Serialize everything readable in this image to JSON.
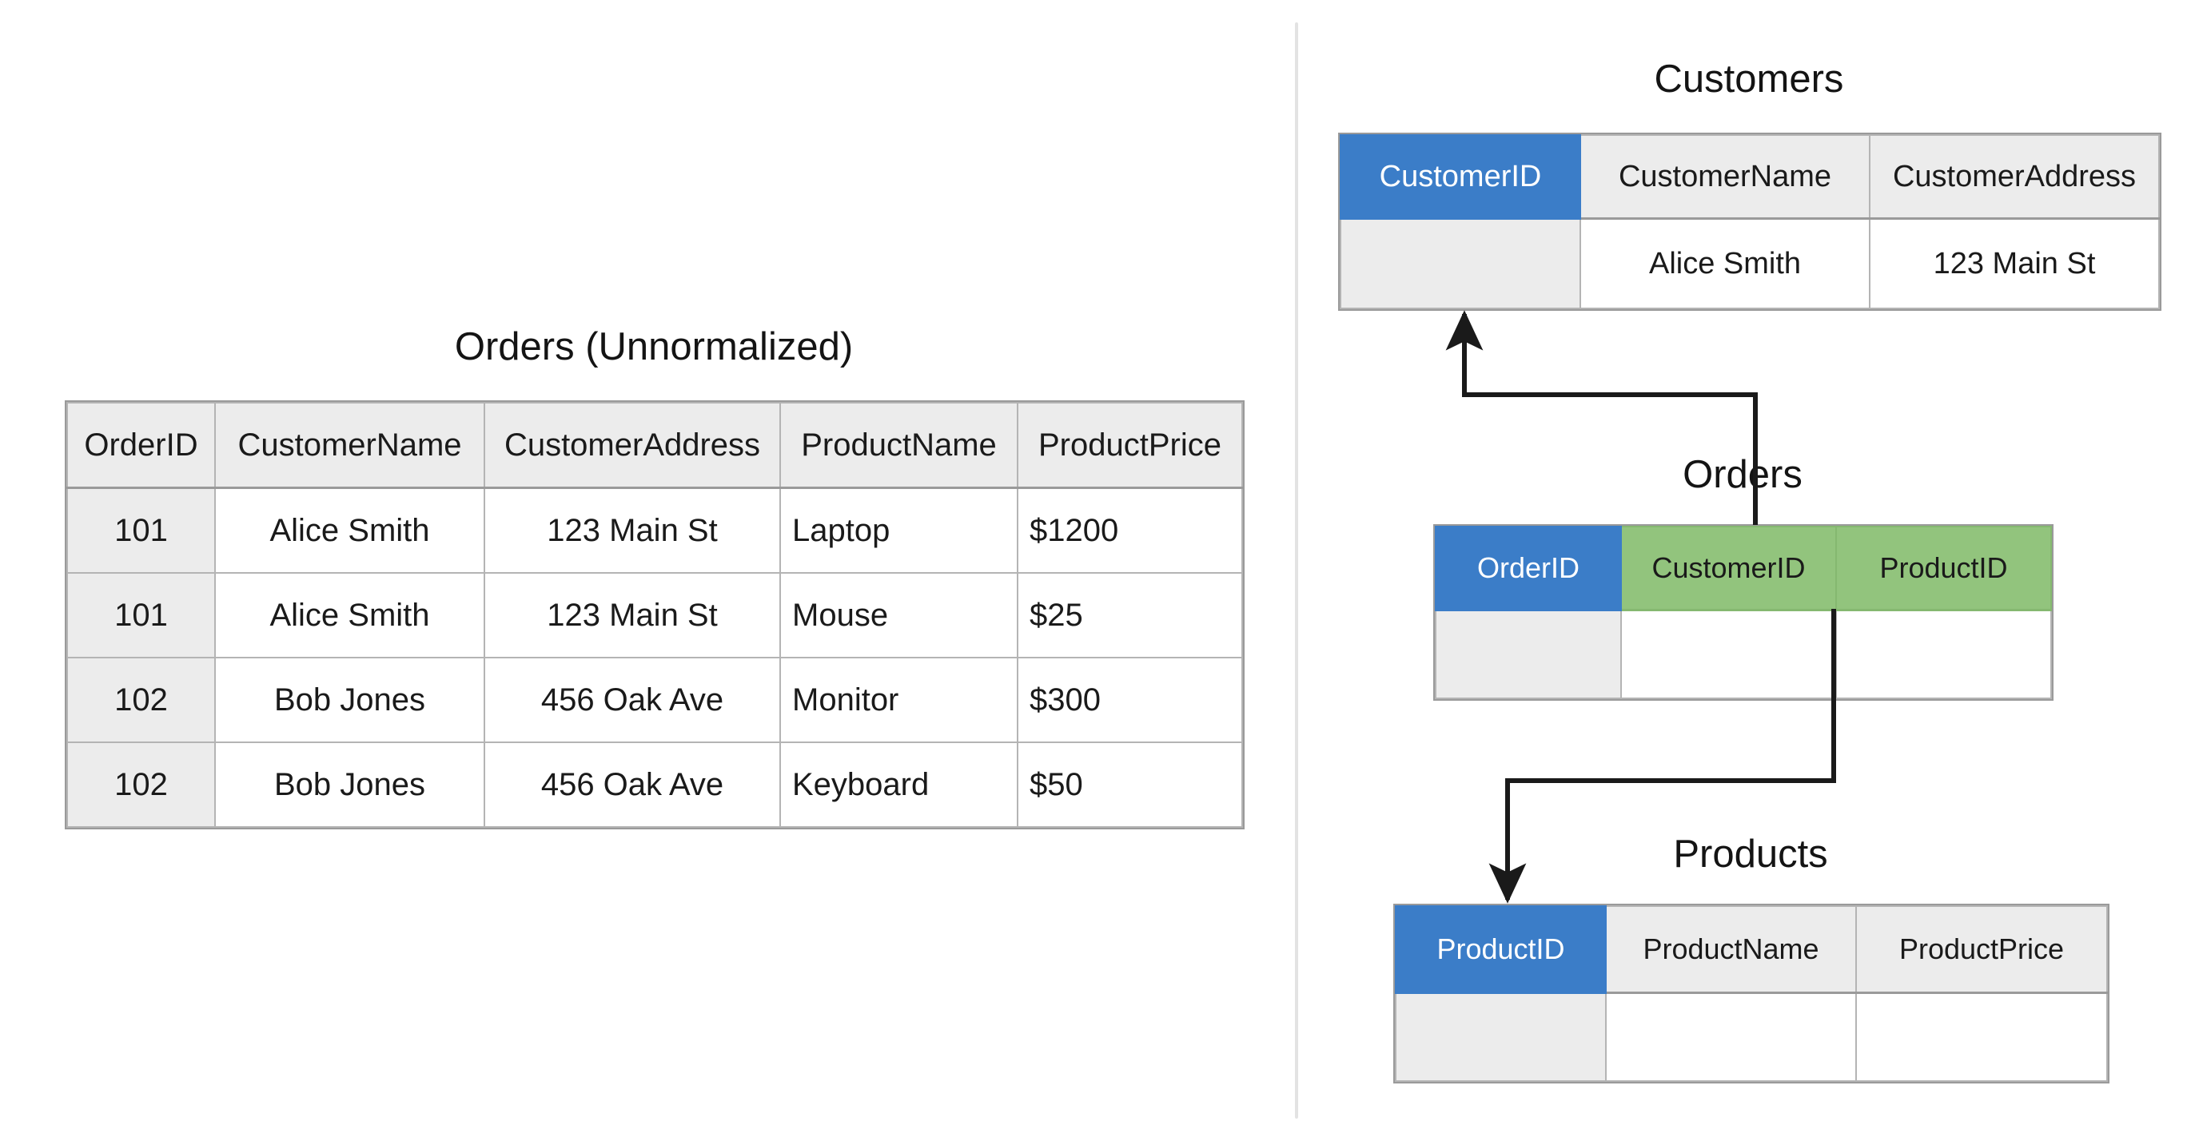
{
  "diagram": {
    "left_panel": {
      "title": "Orders (Unnormalized)",
      "columns": [
        "OrderID",
        "CustomerName",
        "CustomerAddress",
        "ProductName",
        "ProductPrice"
      ],
      "rows": [
        [
          "101",
          "Alice Smith",
          "123 Main St",
          "Laptop",
          "$1200"
        ],
        [
          "101",
          "Alice Smith",
          "123 Main St",
          "Mouse",
          "$25"
        ],
        [
          "102",
          "Bob Jones",
          "456 Oak Ave",
          "Monitor",
          "$300"
        ],
        [
          "102",
          "Bob Jones",
          "456 Oak Ave",
          "Keyboard",
          "$50"
        ]
      ]
    },
    "right_panel": {
      "customers": {
        "title": "Customers",
        "columns": [
          "CustomerID",
          "CustomerName",
          "CustomerAddress"
        ],
        "key_types": [
          "primary",
          "plain",
          "plain"
        ],
        "rows": [
          [
            "",
            "Alice Smith",
            "123 Main St"
          ]
        ]
      },
      "orders": {
        "title": "Orders",
        "columns": [
          "OrderID",
          "CustomerID",
          "ProductID"
        ],
        "key_types": [
          "primary",
          "foreign",
          "foreign"
        ],
        "rows": [
          [
            "",
            "",
            ""
          ]
        ]
      },
      "products": {
        "title": "Products",
        "columns": [
          "ProductID",
          "ProductName",
          "ProductPrice"
        ],
        "key_types": [
          "primary",
          "plain",
          "plain"
        ],
        "rows": [
          [
            "",
            "",
            ""
          ]
        ]
      }
    },
    "relationships": [
      {
        "name": "orders-customerid-to-customers-customerid",
        "from": "Orders.CustomerID",
        "to": "Customers.CustomerID"
      },
      {
        "name": "orders-productid-to-products-productid",
        "from": "Orders.ProductID",
        "to": "Products.ProductID"
      }
    ],
    "colors": {
      "primary_key": "#3b7dc8",
      "foreign_key": "#92c47d",
      "header_fill": "#ececec",
      "border": "#b4b4b4",
      "divider": "#e3e3e3",
      "arrow": "#1a1a1a"
    }
  }
}
